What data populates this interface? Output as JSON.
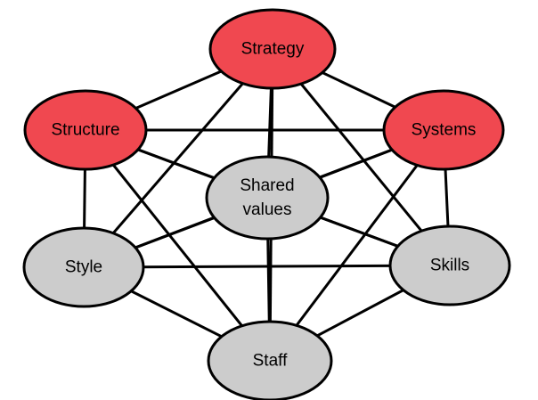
{
  "colors": {
    "highlight_fill": "#f04850",
    "default_fill": "#cccccc",
    "stroke": "#000000",
    "background": "#ffffff"
  },
  "nodes": [
    {
      "id": "strategy",
      "label": [
        "Strategy"
      ],
      "fill": "highlight"
    },
    {
      "id": "structure",
      "label": [
        "Structure"
      ],
      "fill": "highlight"
    },
    {
      "id": "systems",
      "label": [
        "Systems"
      ],
      "fill": "highlight"
    },
    {
      "id": "shared-values",
      "label": [
        "Shared",
        "values"
      ],
      "fill": "default"
    },
    {
      "id": "style",
      "label": [
        "Style"
      ],
      "fill": "default"
    },
    {
      "id": "skills",
      "label": [
        "Skills"
      ],
      "fill": "default"
    },
    {
      "id": "staff",
      "label": [
        "Staff"
      ],
      "fill": "default"
    }
  ],
  "links": [
    [
      "strategy",
      "structure"
    ],
    [
      "strategy",
      "systems"
    ],
    [
      "strategy",
      "shared-values"
    ],
    [
      "strategy",
      "style"
    ],
    [
      "strategy",
      "skills"
    ],
    [
      "strategy",
      "staff"
    ],
    [
      "structure",
      "systems"
    ],
    [
      "structure",
      "shared-values"
    ],
    [
      "structure",
      "style"
    ],
    [
      "structure",
      "skills"
    ],
    [
      "structure",
      "staff"
    ],
    [
      "systems",
      "shared-values"
    ],
    [
      "systems",
      "style"
    ],
    [
      "systems",
      "skills"
    ],
    [
      "systems",
      "staff"
    ],
    [
      "shared-values",
      "style"
    ],
    [
      "shared-values",
      "skills"
    ],
    [
      "shared-values",
      "staff"
    ],
    [
      "style",
      "skills"
    ],
    [
      "style",
      "staff"
    ],
    [
      "skills",
      "staff"
    ]
  ]
}
